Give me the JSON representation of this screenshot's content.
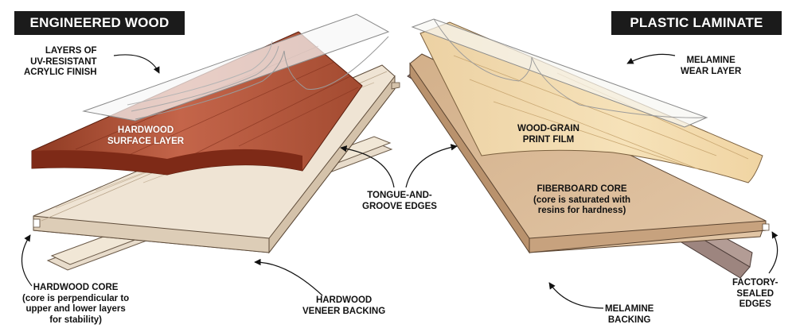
{
  "titles": {
    "left": "ENGINEERED WOOD",
    "right": "PLASTIC LAMINATE"
  },
  "labels": {
    "uv_finish": [
      "LAYERS OF",
      "UV-RESISTANT",
      "ACRYLIC FINISH"
    ],
    "hardwood_surface": [
      "HARDWOOD",
      "SURFACE LAYER"
    ],
    "tongue_groove": [
      "TONGUE-AND-",
      "GROOVE EDGES"
    ],
    "hardwood_core": [
      "HARDWOOD CORE",
      "(core is perpendicular to",
      "upper and lower layers",
      "for stability)"
    ],
    "veneer_backing": [
      "HARDWOOD",
      "VENEER BACKING"
    ],
    "melamine_wear": [
      "MELAMINE",
      "WEAR LAYER"
    ],
    "wood_grain": [
      "WOOD-GRAIN",
      "PRINT FILM"
    ],
    "fiberboard_core": [
      "FIBERBOARD CORE",
      "(core is saturated with",
      "resins for hardness)"
    ],
    "factory_sealed": [
      "FACTORY-",
      "SEALED",
      "EDGES"
    ],
    "melamine_backing": [
      "MELAMINE",
      "BACKING"
    ]
  },
  "colors": {
    "badge_bg": "#1b1b1b",
    "hardwood_light": "#c4654a",
    "hardwood_dark": "#7e2a17",
    "core_wood": "#f0e6d8",
    "veneer": "#f1e7d6",
    "print_film": "#f3dcae",
    "fiberboard": "#d9b997",
    "melamine_backing": "#9d857f",
    "acrylic": "#f6f6f6"
  }
}
